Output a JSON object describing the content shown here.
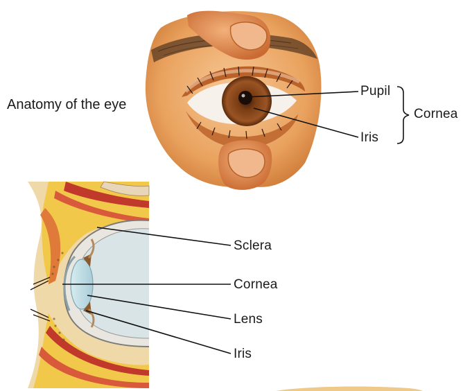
{
  "title": "Anatomy of the eye",
  "front_view": {
    "labels": {
      "pupil": "Pupil",
      "iris": "Iris",
      "cornea": "Cornea"
    }
  },
  "cross_section": {
    "labels": {
      "sclera": "Sclera",
      "cornea": "Cornea",
      "lens": "Lens",
      "iris": "Iris"
    }
  },
  "colors": {
    "skin": "#e9a25e",
    "skin_dark": "#c8743a",
    "iris": "#8a4a1c",
    "pupil": "#1a0c06",
    "fat_yellow": "#f2c84a",
    "muscle_red": "#c0392b",
    "lens_blue": "#bcd9e2",
    "leader_line": "#111111"
  }
}
